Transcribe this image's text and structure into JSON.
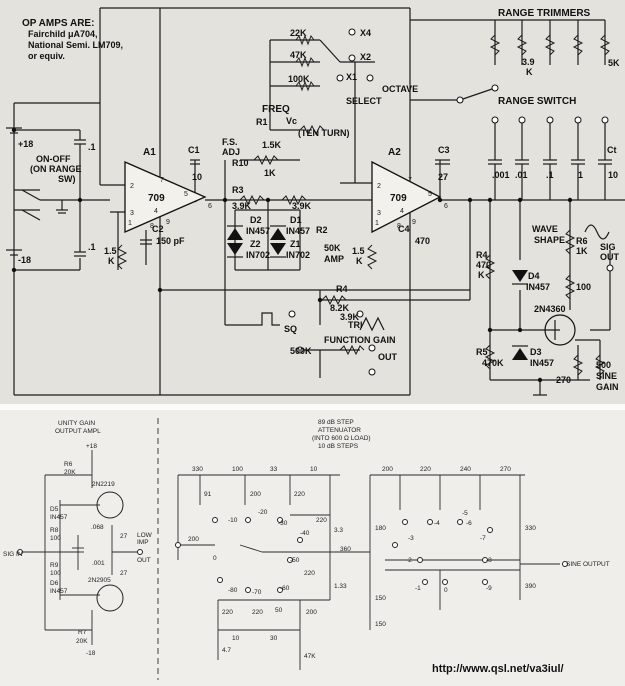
{
  "top": {
    "note_line1": "OP AMPS ARE:",
    "note_line2": "Fairchild μA704,",
    "note_line3": "National Semi. LM709,",
    "note_line4": "or equiv.",
    "supply_pos": "+18",
    "supply_neg": "-18",
    "onoff_line1": "ON-OFF",
    "onoff_line2": "(ON RANGE",
    "onoff_line3": "SW)",
    "cap_left_top": ".1",
    "cap_left_bot": ".1",
    "a1": "A1",
    "a2": "A2",
    "opamp": "709",
    "c1": "C1",
    "c1v": "10",
    "c2": "C2",
    "c2v": "150 pF",
    "c3": "C3",
    "c3v": "27",
    "c4": "C4",
    "c4v": "470",
    "r15": "1.5",
    "k": "K",
    "freq": "FREQ",
    "r1": "R1",
    "vc": "Vc",
    "tenturn": "(TEN TURN)",
    "r15k": "1.5K",
    "fs_adj1": "F.S.",
    "fs_adj2": "ADJ",
    "r10": "R10",
    "r1k": "1K",
    "r3": "R3",
    "r39k_a": "3.9K",
    "r39k_b": "3.9K",
    "r39k_c": "3.9K",
    "d2": "D2",
    "d1": "D1",
    "in457": "IN457",
    "z2": "Z2",
    "z1": "Z1",
    "in702": "IN702",
    "r2": "R2",
    "r50k": "50K",
    "amp": "AMP",
    "r4": "R4",
    "r82k": "8.2K",
    "sq": "SQ",
    "tri": "TRI",
    "function_gain": "FUNCTION GAIN",
    "r500k": "500K",
    "out": "OUT",
    "r22k": "22K",
    "r47k": "47K",
    "r100k": "100K",
    "x4": "X4",
    "x2": "X2",
    "x1": "X1",
    "octave1": "OCTAVE",
    "octave2": "SELECT",
    "range_trimmers": "RANGE TRIMMERS",
    "range_switch": "RANGE SWITCH",
    "r39": "3.9",
    "r5k": "5K",
    "ct": "Ct",
    "cap_001": ".001",
    "cap_01": ".01",
    "cap_1a": ".1",
    "cap_1": "1",
    "cap_10": "10",
    "wave1": "WAVE",
    "wave2": "SHAPE",
    "r6": "R6",
    "r6v": "1K",
    "r4b": "R4",
    "r470k": "470",
    "d4": "D4",
    "r100": "100",
    "fet": "2N4360",
    "r5": "R5",
    "r5v": "470K",
    "d3": "D3",
    "r270": "270",
    "r500": "500",
    "sine": "SINE",
    "gain": "GAIN",
    "sig": "SIG",
    "sigout": "OUT",
    "pin2": "2",
    "pin3": "3",
    "pin7": "7",
    "pin4": "4",
    "pin5": "5",
    "pin6": "6",
    "pin8": "8",
    "pin9": "9",
    "pin1": "1"
  },
  "bottom": {
    "unity1": "UNITY GAIN",
    "unity2": "OUTPUT AMPL",
    "p18": "+18",
    "m18": "-18",
    "r6": "R6",
    "r6v": "20K",
    "q1": "2N2219",
    "d5": "D5",
    "in457": "IN457",
    "r8": "R8",
    "r8v": "100",
    "r9": "R9",
    "r9v": "100",
    "d6": "D6",
    "c068": ".068",
    "c001": ".001",
    "r27a": "27",
    "r27b": "27",
    "q2": "2N2905",
    "r7": "R7",
    "r7v": "20K",
    "sigin": "SIG IN",
    "lowimp1": "LOW",
    "lowimp2": "IMP",
    "lowimp3": "OUT",
    "att1": "89 dB STEP",
    "att2": "ATTENUATOR",
    "att3": "(INTO 600 Ω LOAD)",
    "att4": "10 dB STEPS",
    "v330": "330",
    "v100": "100",
    "v33": "33",
    "v10": "10",
    "v91": "91",
    "v200a": "200",
    "v220a": "220",
    "v220b": "220",
    "v33b": "3.3",
    "v360": "360",
    "v133": "1.33",
    "v200b": "200",
    "v220c": "220",
    "v50": "50",
    "v200c": "200",
    "v220d": "220",
    "v220e": "220",
    "v10b": "10",
    "v30": "30",
    "v47": "4.7",
    "v47k": "47K",
    "s0": "0",
    "s10": "-10",
    "s20": "-20",
    "s30": "-30",
    "s40": "-40",
    "s50": "-50",
    "s60": "-60",
    "s70": "-70",
    "s80": "-80",
    "r200": "200",
    "r220": "220",
    "r240": "240",
    "r270": "270",
    "r180": "180",
    "r330": "330",
    "r390": "390",
    "r150a": "150",
    "r150b": "150",
    "t1": "-1",
    "t2": "-2",
    "t3": "-3",
    "t4": "-4",
    "t5": "-5",
    "t6": "-6",
    "t7": "-7",
    "t8": "-8",
    "t9": "-9",
    "t0": "0",
    "sine_output": "SINE OUTPUT",
    "url": "http://www.qsl.net/va3iul/"
  }
}
